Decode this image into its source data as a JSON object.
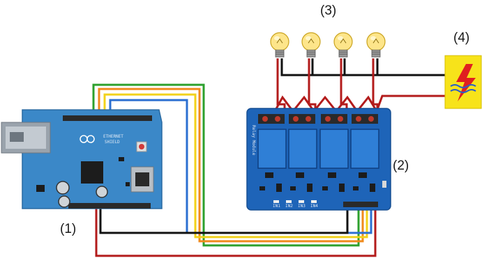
{
  "callouts": {
    "arduino": "(1)",
    "relay_module": "(2)",
    "lamps": "(3)",
    "mains": "(4)"
  },
  "board_text": {
    "shield_line1": "ETHERNET",
    "shield_line2": "SHIELD",
    "relay_title": "Relay Module",
    "relay_channels": [
      "IN1",
      "IN2",
      "IN3",
      "IN4"
    ]
  },
  "colors": {
    "arduino_board": "#3b88c8",
    "relay_board": "#1e64b8",
    "relay_block": "#2f7fd6",
    "wire_green": "#2ca02c",
    "wire_orange": "#f08a1c",
    "wire_yellow": "#f2d21b",
    "wire_blue": "#2b6fd1",
    "wire_red": "#b31b1b",
    "wire_black": "#111111",
    "mains_sign": "#f7e31a"
  },
  "icons": [
    "bulb-icon",
    "high-voltage-icon"
  ]
}
